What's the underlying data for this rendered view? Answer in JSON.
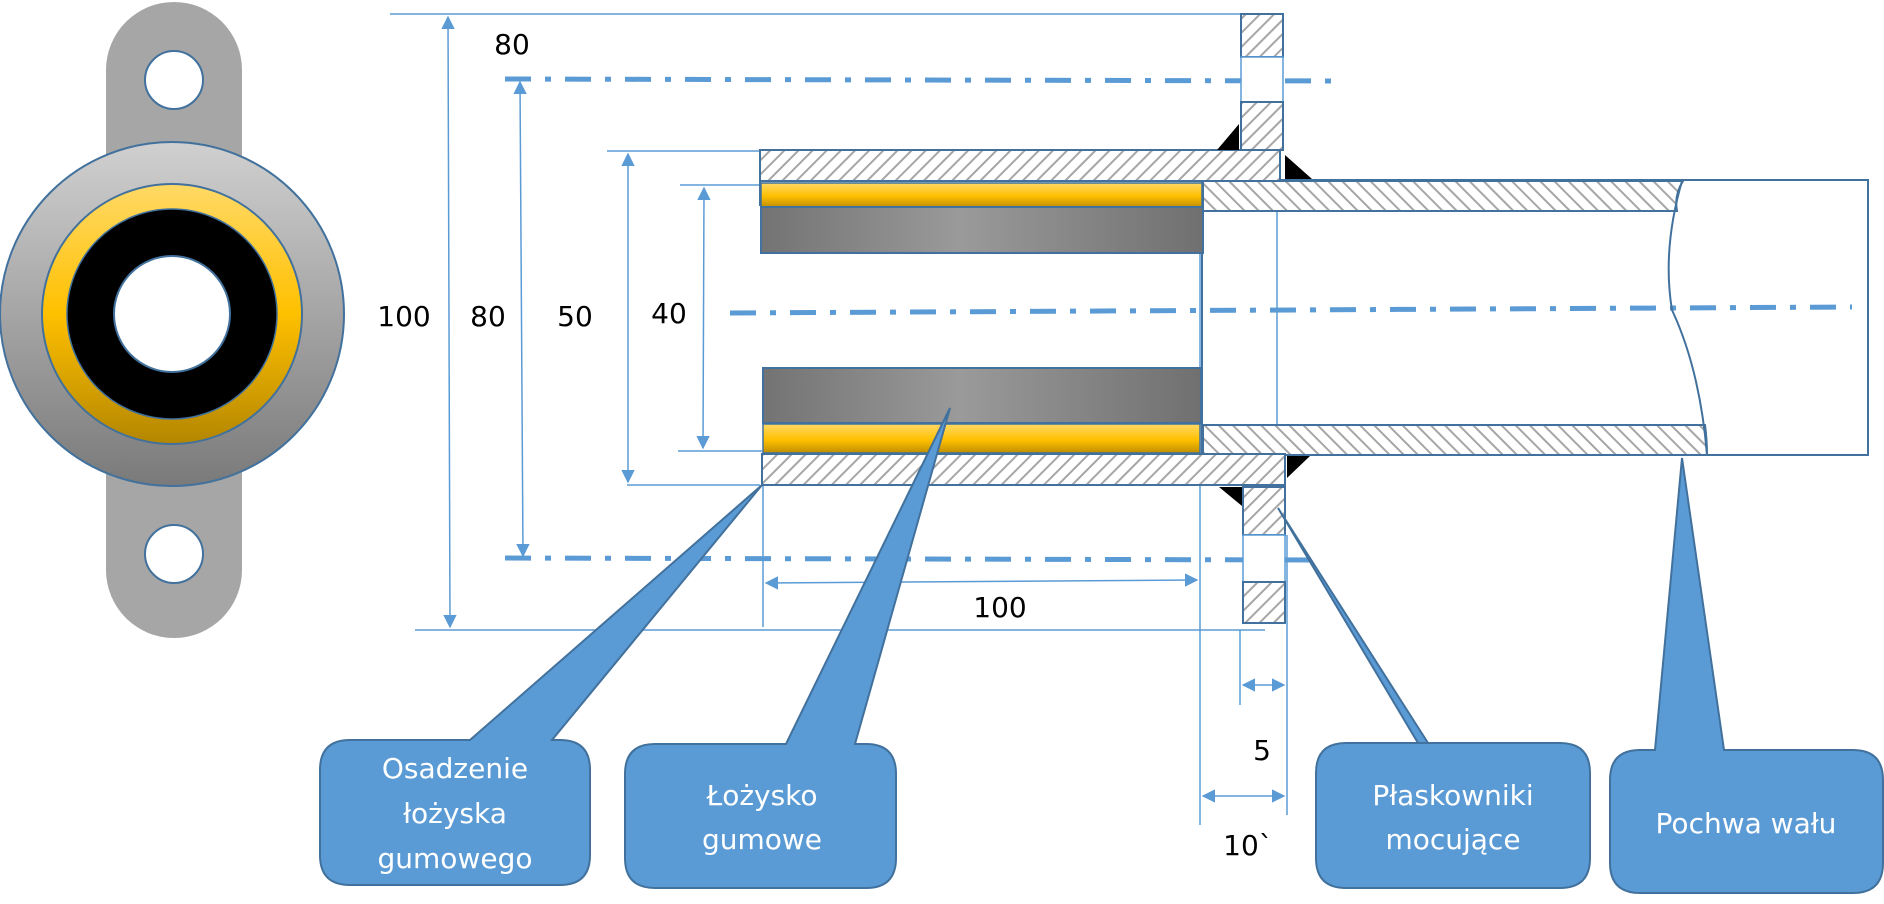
{
  "diagram": {
    "title": "Rubber bearing mount with shaft sleeve — section drawing",
    "colors": {
      "outline": "#41719c",
      "callout_fill": "#5b9bd5",
      "dim_line": "#5b9bd5",
      "hatch": "#a6a6a6",
      "rubber_yellow": "#ffc000",
      "bearing_gray": "#7f7f7f",
      "weld_black": "#000000",
      "plate_gray": "#a6a6a6"
    },
    "dimensions": {
      "top_flange_hole": "80",
      "outer_height": "100",
      "flange_bolt_spacing": "80",
      "housing_diameter": "50",
      "bearing_bore": "40",
      "bearing_length": "100",
      "flange_thickness": "5",
      "weld_offset": "10`"
    },
    "callouts": [
      {
        "id": "bearing-seat",
        "lines": [
          "Osadzenie",
          "łożyska",
          "gumowego"
        ]
      },
      {
        "id": "rubber-bearing",
        "lines": [
          "Łożysko",
          "gumowe"
        ]
      },
      {
        "id": "mounting-flats",
        "lines": [
          "Płaskowniki",
          "mocujące"
        ]
      },
      {
        "id": "shaft-sleeve",
        "lines": [
          "Pochwa wału"
        ]
      }
    ]
  }
}
